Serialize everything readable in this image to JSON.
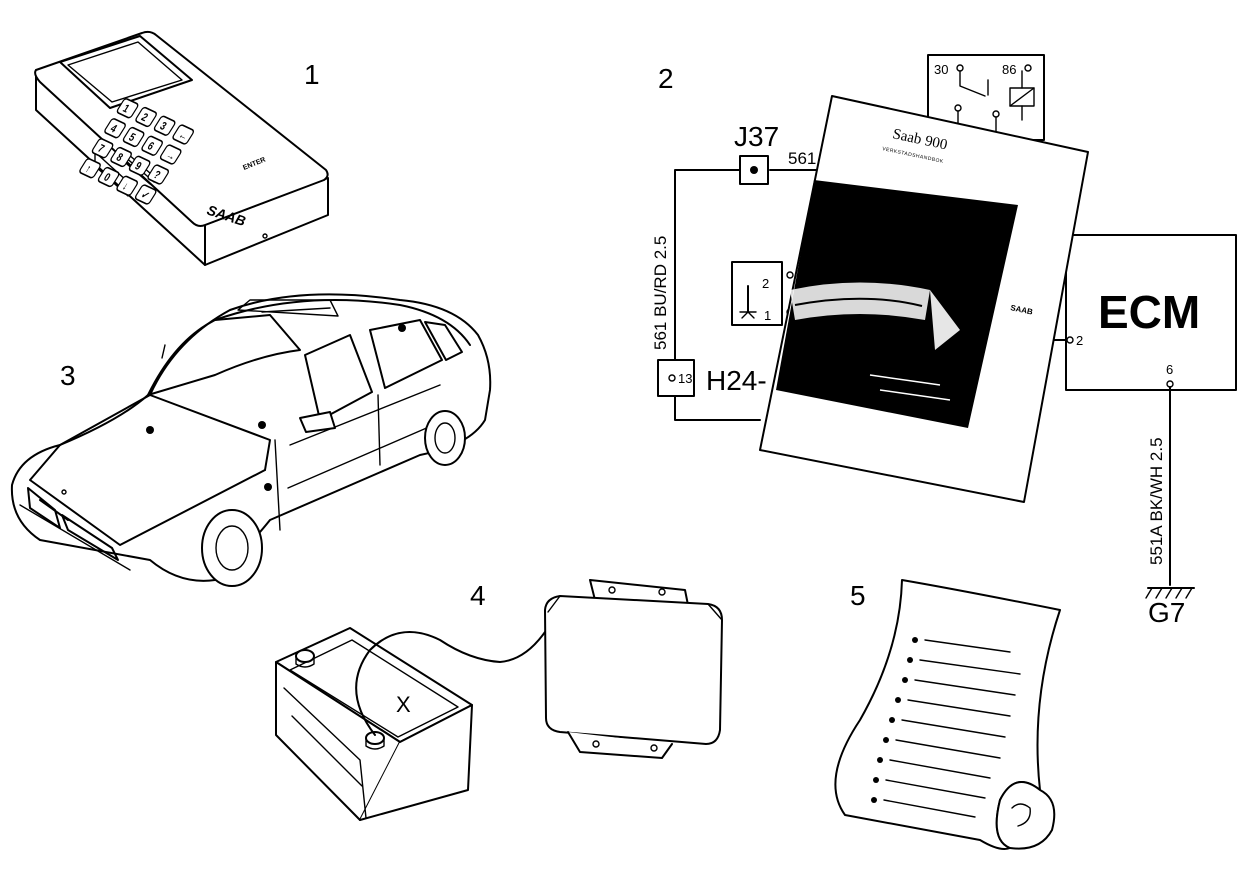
{
  "callouts": {
    "c1": "1",
    "c2": "2",
    "c3": "3",
    "c4": "4",
    "c5": "5"
  },
  "tester": {
    "keys": [
      "1",
      "2",
      "3",
      "4",
      "5",
      "6",
      "7",
      "8",
      "9",
      "0",
      "←",
      "→",
      "?",
      "↑",
      "↓",
      "✓"
    ],
    "brand": "SAAB",
    "enter_label": "ENTER"
  },
  "schematic": {
    "connector_j37": "J37",
    "wire_561": "561",
    "wire_561_color": "561 BU/RD 2.5",
    "connector_h24": "H24-",
    "h24_pin": "13",
    "ecm_label": "ECM",
    "ecm_pin_2": "2",
    "ecm_pin_6": "6",
    "ground_wire": "551A BK/WH 2.5",
    "ground_label": "G7",
    "relay_pin_30": "30",
    "relay_pin_86": "86",
    "switch_pin_2": "2",
    "switch_pin_1": "1"
  },
  "manual": {
    "title": "Saab 900",
    "subtitle": "VERKSTADSHANDBOK",
    "brand": "SAAB"
  },
  "battery": {
    "terminal_mark": "X"
  }
}
